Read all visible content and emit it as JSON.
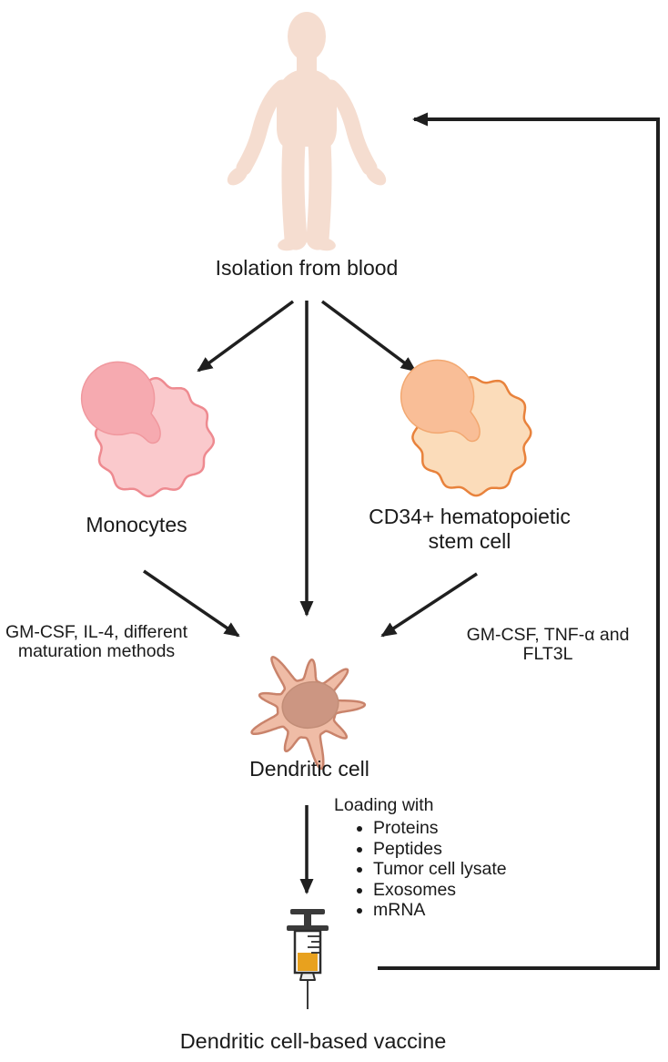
{
  "labels": {
    "isolation": "Isolation from blood",
    "monocytes": "Monocytes",
    "cd34_line1": "CD34+ hematopoietic",
    "cd34_line2": "stem cell",
    "left_factors_line1": "GM-CSF, IL-4, different",
    "left_factors_line2": "maturation methods",
    "right_factors_line1": "GM-CSF, TNF-α and",
    "right_factors_line2": "FLT3L",
    "dendritic": "Dendritic cell",
    "loading_title": "Loading with",
    "loading_items": [
      "Proteins",
      "Peptides",
      "Tumor cell lysate",
      "Exosomes",
      "mRNA"
    ],
    "vaccine": "Dendritic cell-based vaccine"
  },
  "icons": {
    "human": "human-figure-icon",
    "monocyte": "monocyte-cell-icon",
    "cd34": "stem-cell-icon",
    "dendritic": "dendritic-cell-icon",
    "syringe": "syringe-icon"
  },
  "colors": {
    "text": "#1a1a1a",
    "arrow": "#1f1f1f",
    "human_body": "#f5ddd0",
    "monocyte_body": "#fac9cc",
    "monocyte_outline": "#ee8a90",
    "monocyte_nucleus": "#f6aab0",
    "monocyte_nucleus_outline": "#f0989e",
    "cd34_body": "#fbdcba",
    "cd34_outline": "#e8823c",
    "cd34_nucleus": "#f9be97",
    "cd34_nucleus_outline": "#f2a871",
    "dendritic_body": "#efbca6",
    "dendritic_outline": "#c9836b",
    "dendritic_nucleus": "#cc9682",
    "dendritic_nucleus_outline": "#c28d77",
    "syringe_dark": "#3a3a3a",
    "syringe_outline": "#2d2d2d",
    "syringe_barrel": "#ffffff",
    "syringe_nozzle": "#ededed",
    "vaccine_liquid": "#e8a11e"
  }
}
